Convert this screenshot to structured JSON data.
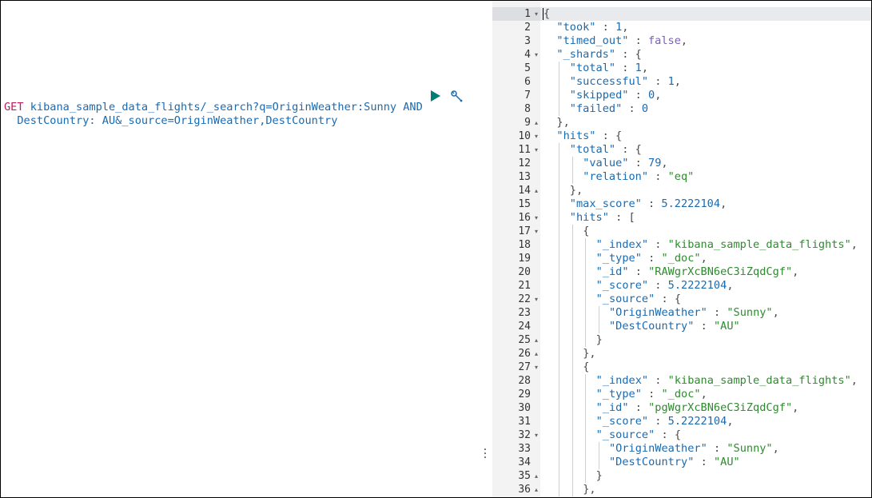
{
  "request": {
    "method": "GET",
    "line1": "kibana_sample_data_flights/_search?q=OriginWeather:Sunny AND",
    "line2": "DestCountry: AU&_source=OriginWeather,DestCountry",
    "run_icon": "play-icon",
    "settings_icon": "wrench-icon"
  },
  "divider": {
    "handle_icon": "vertical-dots-icon"
  },
  "response": {
    "lines": [
      {
        "n": "1",
        "fold": "open",
        "depth": 0,
        "tokens": [
          [
            "p",
            "{"
          ]
        ]
      },
      {
        "n": "2",
        "depth": 1,
        "tokens": [
          [
            "k",
            "\"took\""
          ],
          [
            "p",
            " : "
          ],
          [
            "n",
            "1"
          ],
          [
            "p",
            ","
          ]
        ]
      },
      {
        "n": "3",
        "depth": 1,
        "tokens": [
          [
            "k",
            "\"timed_out\""
          ],
          [
            "p",
            " : "
          ],
          [
            "b",
            "false"
          ],
          [
            "p",
            ","
          ]
        ]
      },
      {
        "n": "4",
        "fold": "open",
        "depth": 1,
        "tokens": [
          [
            "k",
            "\"_shards\""
          ],
          [
            "p",
            " : {"
          ]
        ]
      },
      {
        "n": "5",
        "depth": 2,
        "tokens": [
          [
            "k",
            "\"total\""
          ],
          [
            "p",
            " : "
          ],
          [
            "n",
            "1"
          ],
          [
            "p",
            ","
          ]
        ]
      },
      {
        "n": "6",
        "depth": 2,
        "tokens": [
          [
            "k",
            "\"successful\""
          ],
          [
            "p",
            " : "
          ],
          [
            "n",
            "1"
          ],
          [
            "p",
            ","
          ]
        ]
      },
      {
        "n": "7",
        "depth": 2,
        "tokens": [
          [
            "k",
            "\"skipped\""
          ],
          [
            "p",
            " : "
          ],
          [
            "n",
            "0"
          ],
          [
            "p",
            ","
          ]
        ]
      },
      {
        "n": "8",
        "depth": 2,
        "tokens": [
          [
            "k",
            "\"failed\""
          ],
          [
            "p",
            " : "
          ],
          [
            "n",
            "0"
          ]
        ]
      },
      {
        "n": "9",
        "fold": "close",
        "depth": 1,
        "tokens": [
          [
            "p",
            "},"
          ]
        ]
      },
      {
        "n": "10",
        "fold": "open",
        "depth": 1,
        "tokens": [
          [
            "k",
            "\"hits\""
          ],
          [
            "p",
            " : {"
          ]
        ]
      },
      {
        "n": "11",
        "fold": "open",
        "depth": 2,
        "tokens": [
          [
            "k",
            "\"total\""
          ],
          [
            "p",
            " : {"
          ]
        ]
      },
      {
        "n": "12",
        "depth": 3,
        "tokens": [
          [
            "k",
            "\"value\""
          ],
          [
            "p",
            " : "
          ],
          [
            "n",
            "79"
          ],
          [
            "p",
            ","
          ]
        ]
      },
      {
        "n": "13",
        "depth": 3,
        "tokens": [
          [
            "k",
            "\"relation\""
          ],
          [
            "p",
            " : "
          ],
          [
            "s",
            "\"eq\""
          ]
        ]
      },
      {
        "n": "14",
        "fold": "close",
        "depth": 2,
        "tokens": [
          [
            "p",
            "},"
          ]
        ]
      },
      {
        "n": "15",
        "depth": 2,
        "tokens": [
          [
            "k",
            "\"max_score\""
          ],
          [
            "p",
            " : "
          ],
          [
            "n",
            "5.2222104"
          ],
          [
            "p",
            ","
          ]
        ]
      },
      {
        "n": "16",
        "fold": "open",
        "depth": 2,
        "tokens": [
          [
            "k",
            "\"hits\""
          ],
          [
            "p",
            " : ["
          ]
        ]
      },
      {
        "n": "17",
        "fold": "open",
        "depth": 3,
        "tokens": [
          [
            "p",
            "{"
          ]
        ]
      },
      {
        "n": "18",
        "depth": 4,
        "tokens": [
          [
            "k",
            "\"_index\""
          ],
          [
            "p",
            " : "
          ],
          [
            "s",
            "\"kibana_sample_data_flights\""
          ],
          [
            "p",
            ","
          ]
        ]
      },
      {
        "n": "19",
        "depth": 4,
        "tokens": [
          [
            "k",
            "\"_type\""
          ],
          [
            "p",
            " : "
          ],
          [
            "s",
            "\"_doc\""
          ],
          [
            "p",
            ","
          ]
        ]
      },
      {
        "n": "20",
        "depth": 4,
        "tokens": [
          [
            "k",
            "\"_id\""
          ],
          [
            "p",
            " : "
          ],
          [
            "s",
            "\"RAWgrXcBN6eC3iZqdCgf\""
          ],
          [
            "p",
            ","
          ]
        ]
      },
      {
        "n": "21",
        "depth": 4,
        "tokens": [
          [
            "k",
            "\"_score\""
          ],
          [
            "p",
            " : "
          ],
          [
            "n",
            "5.2222104"
          ],
          [
            "p",
            ","
          ]
        ]
      },
      {
        "n": "22",
        "fold": "open",
        "depth": 4,
        "tokens": [
          [
            "k",
            "\"_source\""
          ],
          [
            "p",
            " : {"
          ]
        ]
      },
      {
        "n": "23",
        "depth": 5,
        "tokens": [
          [
            "k",
            "\"OriginWeather\""
          ],
          [
            "p",
            " : "
          ],
          [
            "s",
            "\"Sunny\""
          ],
          [
            "p",
            ","
          ]
        ]
      },
      {
        "n": "24",
        "depth": 5,
        "tokens": [
          [
            "k",
            "\"DestCountry\""
          ],
          [
            "p",
            " : "
          ],
          [
            "s",
            "\"AU\""
          ]
        ]
      },
      {
        "n": "25",
        "fold": "close",
        "depth": 4,
        "tokens": [
          [
            "p",
            "}"
          ]
        ]
      },
      {
        "n": "26",
        "fold": "close",
        "depth": 3,
        "tokens": [
          [
            "p",
            "},"
          ]
        ]
      },
      {
        "n": "27",
        "fold": "open",
        "depth": 3,
        "tokens": [
          [
            "p",
            "{"
          ]
        ]
      },
      {
        "n": "28",
        "depth": 4,
        "tokens": [
          [
            "k",
            "\"_index\""
          ],
          [
            "p",
            " : "
          ],
          [
            "s",
            "\"kibana_sample_data_flights\""
          ],
          [
            "p",
            ","
          ]
        ]
      },
      {
        "n": "29",
        "depth": 4,
        "tokens": [
          [
            "k",
            "\"_type\""
          ],
          [
            "p",
            " : "
          ],
          [
            "s",
            "\"_doc\""
          ],
          [
            "p",
            ","
          ]
        ]
      },
      {
        "n": "30",
        "depth": 4,
        "tokens": [
          [
            "k",
            "\"_id\""
          ],
          [
            "p",
            " : "
          ],
          [
            "s",
            "\"pgWgrXcBN6eC3iZqdCgf\""
          ],
          [
            "p",
            ","
          ]
        ]
      },
      {
        "n": "31",
        "depth": 4,
        "tokens": [
          [
            "k",
            "\"_score\""
          ],
          [
            "p",
            " : "
          ],
          [
            "n",
            "5.2222104"
          ],
          [
            "p",
            ","
          ]
        ]
      },
      {
        "n": "32",
        "fold": "open",
        "depth": 4,
        "tokens": [
          [
            "k",
            "\"_source\""
          ],
          [
            "p",
            " : {"
          ]
        ]
      },
      {
        "n": "33",
        "depth": 5,
        "tokens": [
          [
            "k",
            "\"OriginWeather\""
          ],
          [
            "p",
            " : "
          ],
          [
            "s",
            "\"Sunny\""
          ],
          [
            "p",
            ","
          ]
        ]
      },
      {
        "n": "34",
        "depth": 5,
        "tokens": [
          [
            "k",
            "\"DestCountry\""
          ],
          [
            "p",
            " : "
          ],
          [
            "s",
            "\"AU\""
          ]
        ]
      },
      {
        "n": "35",
        "fold": "close",
        "depth": 4,
        "tokens": [
          [
            "p",
            "}"
          ]
        ]
      },
      {
        "n": "36",
        "fold": "close",
        "depth": 3,
        "tokens": [
          [
            "p",
            "},"
          ]
        ]
      }
    ]
  },
  "colors": {
    "method": "#c3185b",
    "key": "#1a6ab0",
    "string": "#2e8b2e",
    "boolean": "#7b5fb5",
    "run": "#017d73",
    "gutter": "#f3f3f3"
  }
}
